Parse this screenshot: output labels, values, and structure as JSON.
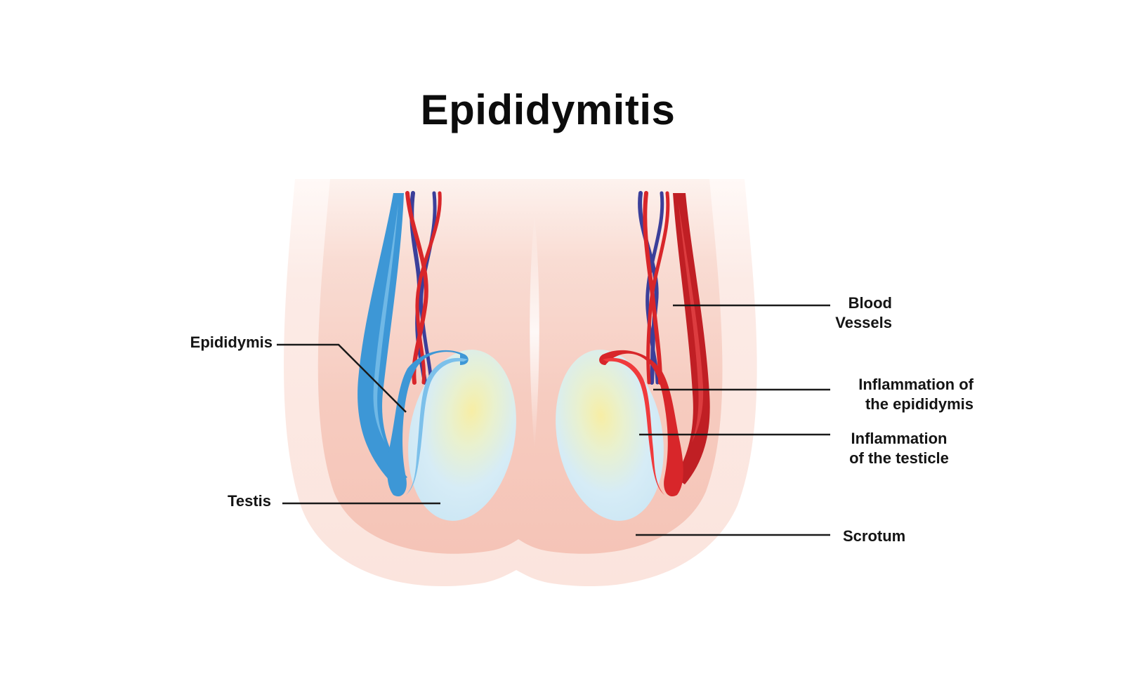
{
  "title": "Epididymitis",
  "labels": {
    "epididymis": "Epididymis",
    "testis": "Testis",
    "blood_vessels_line1": "Blood",
    "blood_vessels_line2": "Vessels",
    "inflammation_epididymis_line1": "Inflammation of",
    "inflammation_epididymis_line2": "the epididymis",
    "inflammation_testicle_line1": "Inflammation",
    "inflammation_testicle_line2": "of the testicle",
    "scrotum": "Scrotum"
  },
  "colors": {
    "healthy_epididymis": "#3d97d6",
    "inflamed_epididymis": "#d8262a",
    "vein": "#3b3f9a",
    "artery": "#d8262a",
    "scrotum_outer": "#fbe6e0",
    "scrotum_inner": "#f6c9bd",
    "testis": "#d9eef7",
    "testis_core": "#f7edaa",
    "leader_line": "#1a1a1a"
  }
}
